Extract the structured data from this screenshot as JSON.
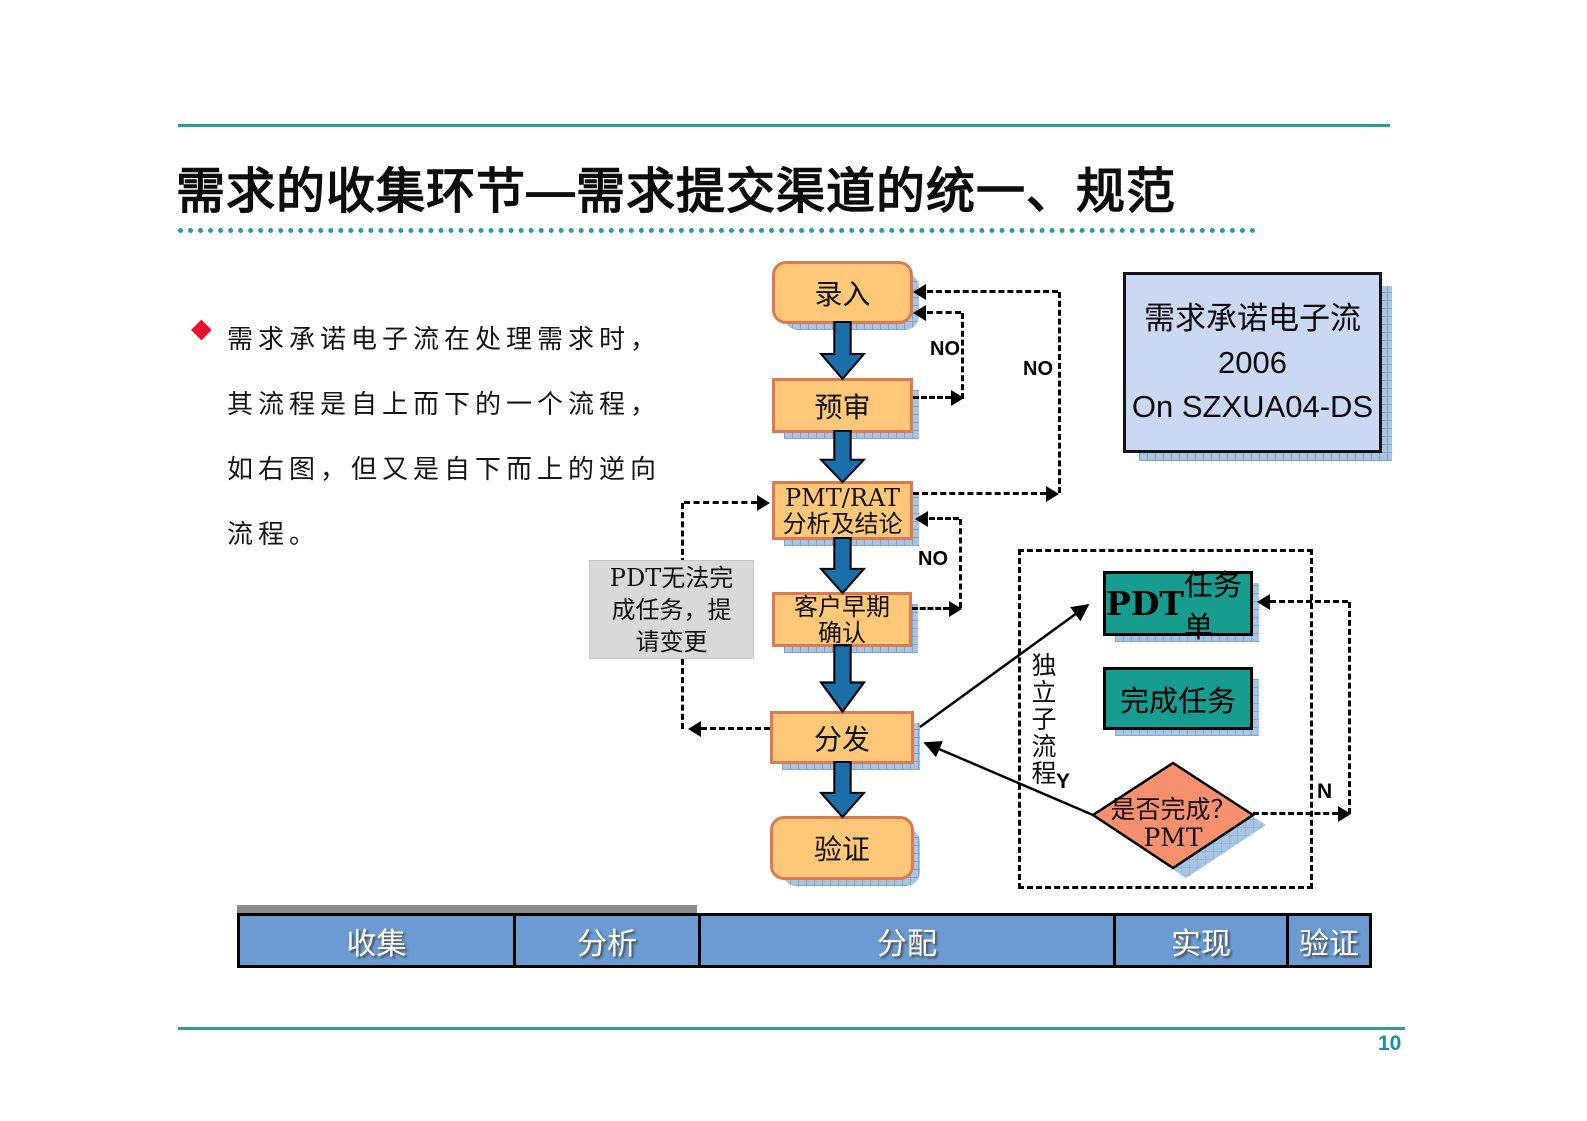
{
  "title": "需求的收集环节—需求提交渠道的统一、规范",
  "page_number": "10",
  "bullet": {
    "icon": "◆",
    "lines": [
      "需求承诺电子流在处理需求时，",
      "其流程是自上而下的一个流程，",
      "如右图，但又是自下而上的逆向",
      "流程。"
    ]
  },
  "flow": {
    "steps": [
      {
        "lines": [
          "录入"
        ]
      },
      {
        "lines": [
          "预审"
        ]
      },
      {
        "lines": [
          "PMT/RAT",
          "分析及结论"
        ]
      },
      {
        "lines": [
          "客户早期",
          "确认"
        ]
      },
      {
        "lines": [
          "分发"
        ]
      },
      {
        "lines": [
          "验证"
        ]
      }
    ],
    "no_labels": [
      "NO",
      "NO",
      "NO"
    ]
  },
  "gray_note": {
    "lines": [
      "PDT无法完",
      "成任务，提",
      "请变更"
    ]
  },
  "info_box": {
    "lines": [
      "需求承诺电子流",
      "2006",
      "On SZXUA04-DS"
    ]
  },
  "subflow": {
    "vertical_label": "独立子流程",
    "pdt_box": {
      "bold": "PDT",
      "rest": "任务单"
    },
    "done_box": "完成任务",
    "diamond": {
      "lines": [
        "是否完成？",
        "PMT"
      ]
    },
    "yes_label": "Y",
    "no_label": "N"
  },
  "bottom_bar": [
    "收集",
    "分析",
    "分配",
    "实现",
    "验证"
  ],
  "colors": {
    "teal_line": "#2E9B9B",
    "flow_box_fill": "#FFC878",
    "flow_box_border": "#DC7B52",
    "arrow_blue": "#1B6FA8",
    "teal_box_fill": "#179C90",
    "diamond_fill": "#F7906E",
    "info_box_fill": "#CBD8F4",
    "bar_fill": "#6B9BD2",
    "shadow_fill": "#A9C5E4",
    "page_number_color": "#1F8CA6",
    "bullet_red": "#E8112D"
  }
}
